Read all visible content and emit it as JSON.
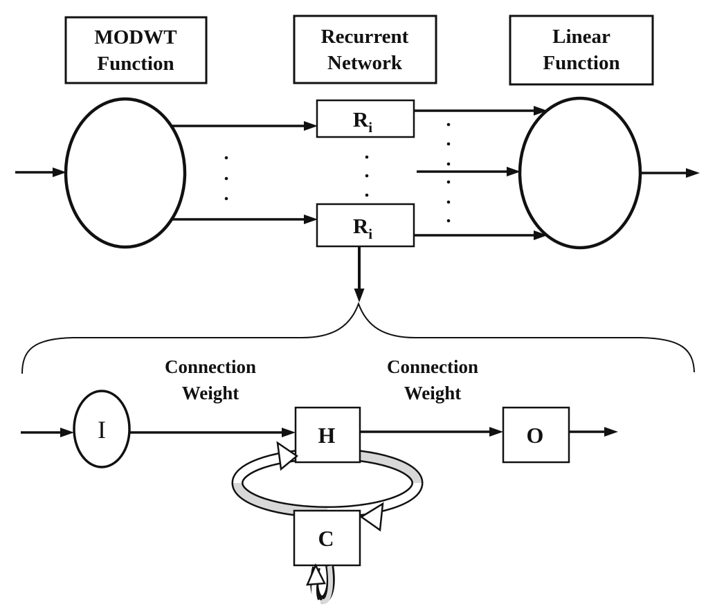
{
  "figure": {
    "description": "MODWT recurrent neural network architecture diagram"
  },
  "header_boxes": {
    "modwt": {
      "line1": "MODWT",
      "line2": "Function"
    },
    "recurrent": {
      "line1": "Recurrent",
      "line2": "Network"
    },
    "linear": {
      "line1": "Linear",
      "line2": "Function"
    }
  },
  "recurrent_units": {
    "top": {
      "main": "R",
      "sub": "i"
    },
    "bottom": {
      "main": "R",
      "sub": "i"
    }
  },
  "subnetwork": {
    "input_node": "I",
    "hidden_node": "H",
    "output_node": "O",
    "context_node": "C",
    "connection_weight_left": {
      "line1": "Connection",
      "line2": "Weight"
    },
    "connection_weight_right": {
      "line1": "Connection",
      "line2": "Weight"
    }
  },
  "colors": {
    "stroke": "#111111",
    "ribbon_shade": "#d8d8d8",
    "background": "#ffffff"
  }
}
